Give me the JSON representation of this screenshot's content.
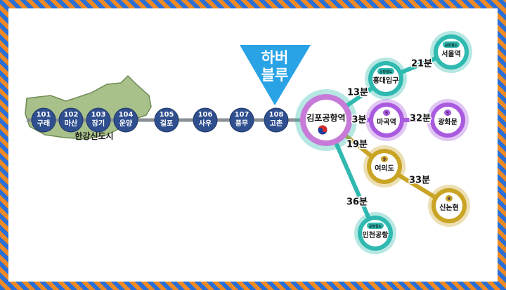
{
  "line": {
    "name_line1": "하버",
    "name_line2": "블루",
    "area_label": "한강신도시",
    "stations": [
      {
        "code": "101",
        "name": "구래"
      },
      {
        "code": "102",
        "name": "마산"
      },
      {
        "code": "103",
        "name": "장기"
      },
      {
        "code": "104",
        "name": "운양"
      },
      {
        "code": "105",
        "name": "걸포"
      },
      {
        "code": "106",
        "name": "사우"
      },
      {
        "code": "107",
        "name": "풍무"
      },
      {
        "code": "108",
        "name": "고촌"
      }
    ]
  },
  "hub": {
    "name": "김포공항역"
  },
  "destinations": [
    {
      "key": "hongdae",
      "name": "홍대입구",
      "badge": "공항철도",
      "time": "13분"
    },
    {
      "key": "seoul",
      "name": "서울역",
      "badge": "공항철도",
      "time": "21분"
    },
    {
      "key": "magok",
      "name": "마곡역",
      "badge": "5",
      "time": "3분"
    },
    {
      "key": "gwanghwamun",
      "name": "광화문",
      "badge": "5",
      "time": "32분"
    },
    {
      "key": "yeouido",
      "name": "여의도",
      "badge": "9",
      "time": "19분"
    },
    {
      "key": "sinnonhyeon",
      "name": "신논현",
      "badge": "9",
      "time": "33분"
    },
    {
      "key": "incheon",
      "name": "인천공항",
      "badge": "공항철도",
      "time": "36분"
    }
  ],
  "colors": {
    "frame_a": "#2a6fd6",
    "frame_b": "#f08a24",
    "station_fill": "#2f4f8f",
    "track": "#8a8f96",
    "area_fill": "#a8c08a",
    "area_stroke": "#6f8a55",
    "pointer": "#2aa3e6",
    "airport_ring": "#2fb9b0",
    "line5_ring": "#a95be0",
    "line9_ring": "#c9a425",
    "hub_ring": "#c77ad8"
  }
}
